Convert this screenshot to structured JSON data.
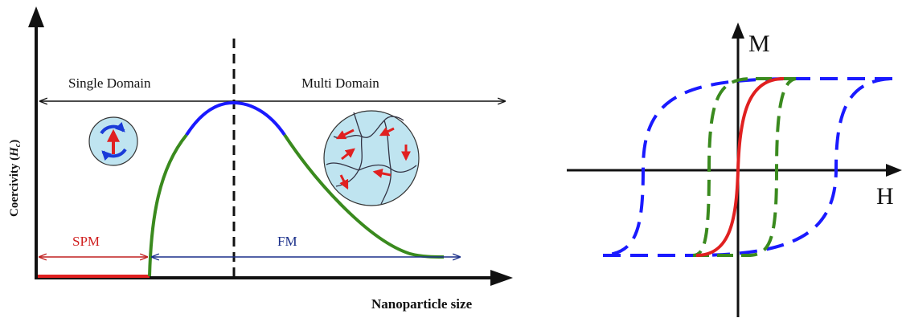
{
  "left_panel": {
    "y_axis_label": "Coercivity (",
    "y_axis_symbol": "H",
    "y_axis_subscript": "c",
    "y_axis_close": ")",
    "x_axis_label": "Nanoparticle size",
    "single_domain_label": "Single Domain",
    "multi_domain_label": "Multi Domain",
    "spm_label": "SPM",
    "fm_label": "FM"
  },
  "right_panel": {
    "m_axis_label": "M",
    "h_axis_label": "H"
  },
  "colors": {
    "spm_red": "#e02020",
    "fm_navy": "#1a2f8a",
    "single_domain_blue": "#1a1aff",
    "multi_domain_green": "#3a8a1e",
    "domain_fill": "#bfe4f0"
  }
}
